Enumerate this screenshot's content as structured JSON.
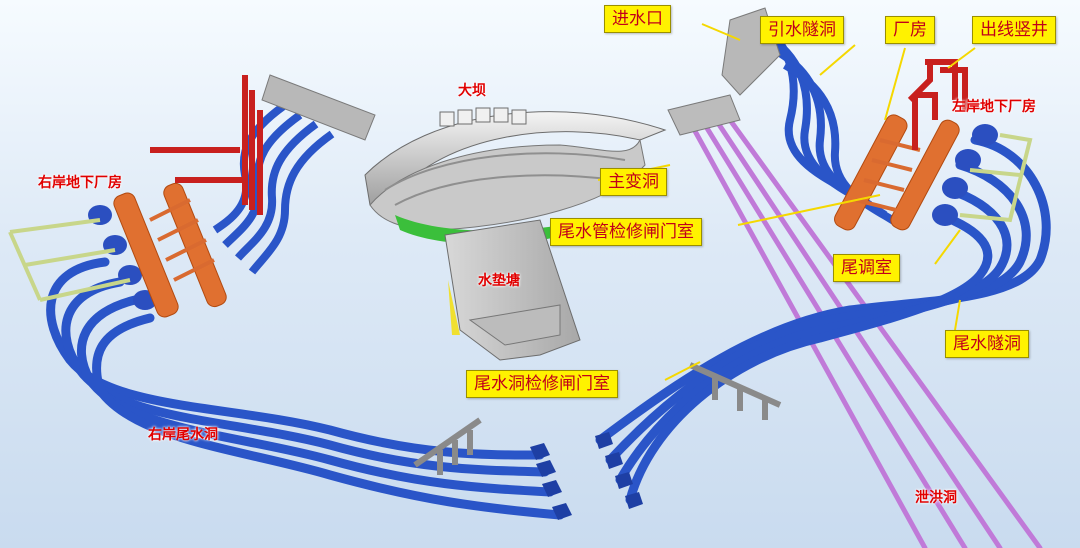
{
  "callouts": {
    "intake": "进水口",
    "headrace_tunnel": "引水隧洞",
    "powerhouse": "厂房",
    "outgoing_shaft": "出线竖井",
    "main_transformer_cavern": "主变洞",
    "draft_tube_gate_chamber": "尾水管检修闸门室",
    "surge_chamber": "尾调室",
    "tailrace_tunnel": "尾水隧洞",
    "tailrace_gate_chamber": "尾水洞检修闸门室"
  },
  "labels": {
    "dam": "大坝",
    "plunge_pool": "水垫塘",
    "right_bank_powerhouse": "右岸地下厂房",
    "left_bank_powerhouse": "左岸地下厂房",
    "right_bank_tailrace": "右岸尾水洞",
    "spillway_tunnel": "泄洪洞"
  },
  "colors": {
    "background": "#dde9f6",
    "tunnel": "#2a55c8",
    "powerhouse": "#e07030",
    "shaft": "#c8201e",
    "spillway": "#c07ad8",
    "callout_fill": "#fff200",
    "callout_text": "#c1001a",
    "label_text": "#e10000"
  }
}
